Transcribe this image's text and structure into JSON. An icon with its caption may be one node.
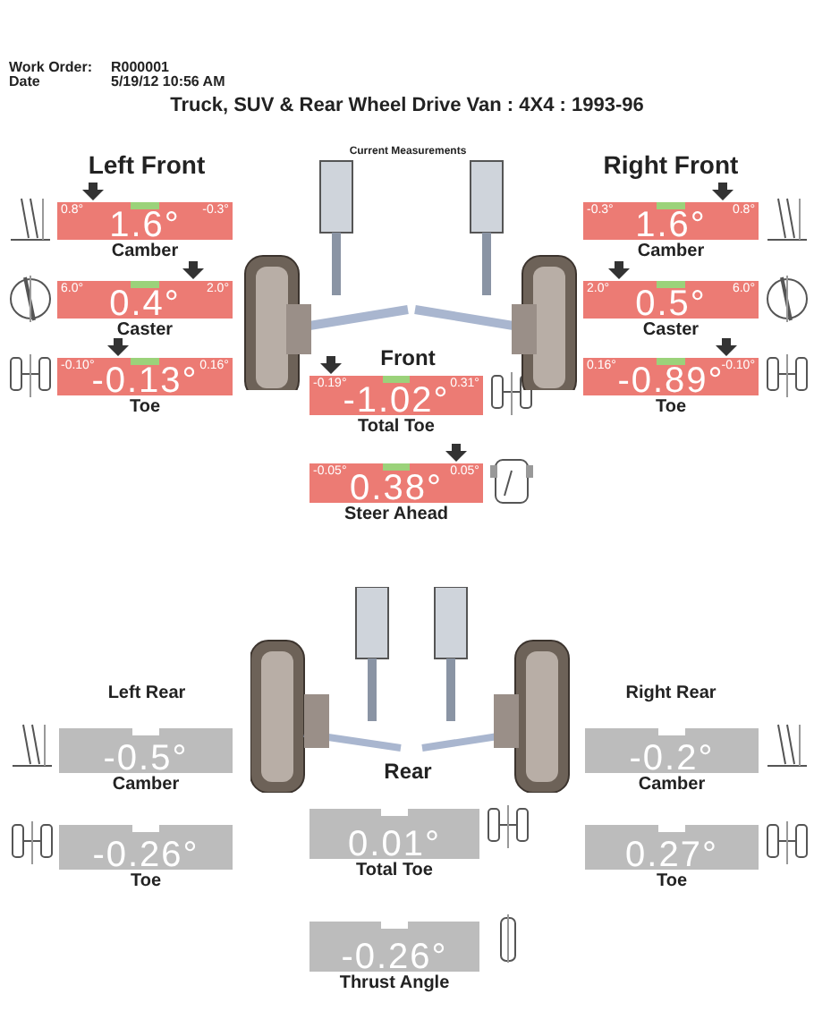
{
  "diagram": {
    "title": "Truck, SUV & Rear Wheel Drive Van : 4X4 : 1993-96",
    "nodes": [
      {
        "text": [
          "0.8°",
          "-0.3°",
          "1.6°",
          "Camber"
        ]
      },
      {
        "text": [
          "6.0°",
          "2.0°",
          "0.4°",
          "Caster"
        ]
      },
      {
        "text": [
          "-0.10°",
          "0.16°",
          "-0.13°",
          "Toe"
        ]
      },
      {
        "text": [
          "-0.3°",
          "0.8°",
          "1.6°",
          "Camber"
        ]
      },
      {
        "text": [
          "2.0°",
          "6.0°",
          "0.5°",
          "Caster"
        ]
      },
      {
        "text": [
          "0.16°",
          "-0.10°",
          "-0.89°",
          "Toe"
        ]
      },
      {
        "text": [
          "-0.19°",
          "0.31°",
          "-1.02°",
          "Total Toe"
        ]
      },
      {
        "text": [
          "-0.05°",
          "0.05°",
          "0.38°",
          "Steer Ahead"
        ]
      },
      {
        "text": [
          "-0.5°",
          "Camber"
        ]
      },
      {
        "text": [
          "-0.26°",
          "Toe"
        ]
      },
      {
        "text": [
          "-0.2°",
          "Camber"
        ]
      },
      {
        "text": [
          "0.27°",
          "Toe"
        ]
      },
      {
        "text": [
          "0.01°",
          "Total Toe"
        ]
      },
      {
        "text": [
          "-0.26°",
          "Thrust Angle"
        ]
      }
    ],
    "labels": [
      "Work Order:",
      "R000001",
      "Date",
      "5/19/12 10:56 AM",
      "Current Measurements",
      "Left Front",
      "Right Front",
      "Front",
      "Left Rear",
      "Right Rear",
      "Rear"
    ]
  }
}
